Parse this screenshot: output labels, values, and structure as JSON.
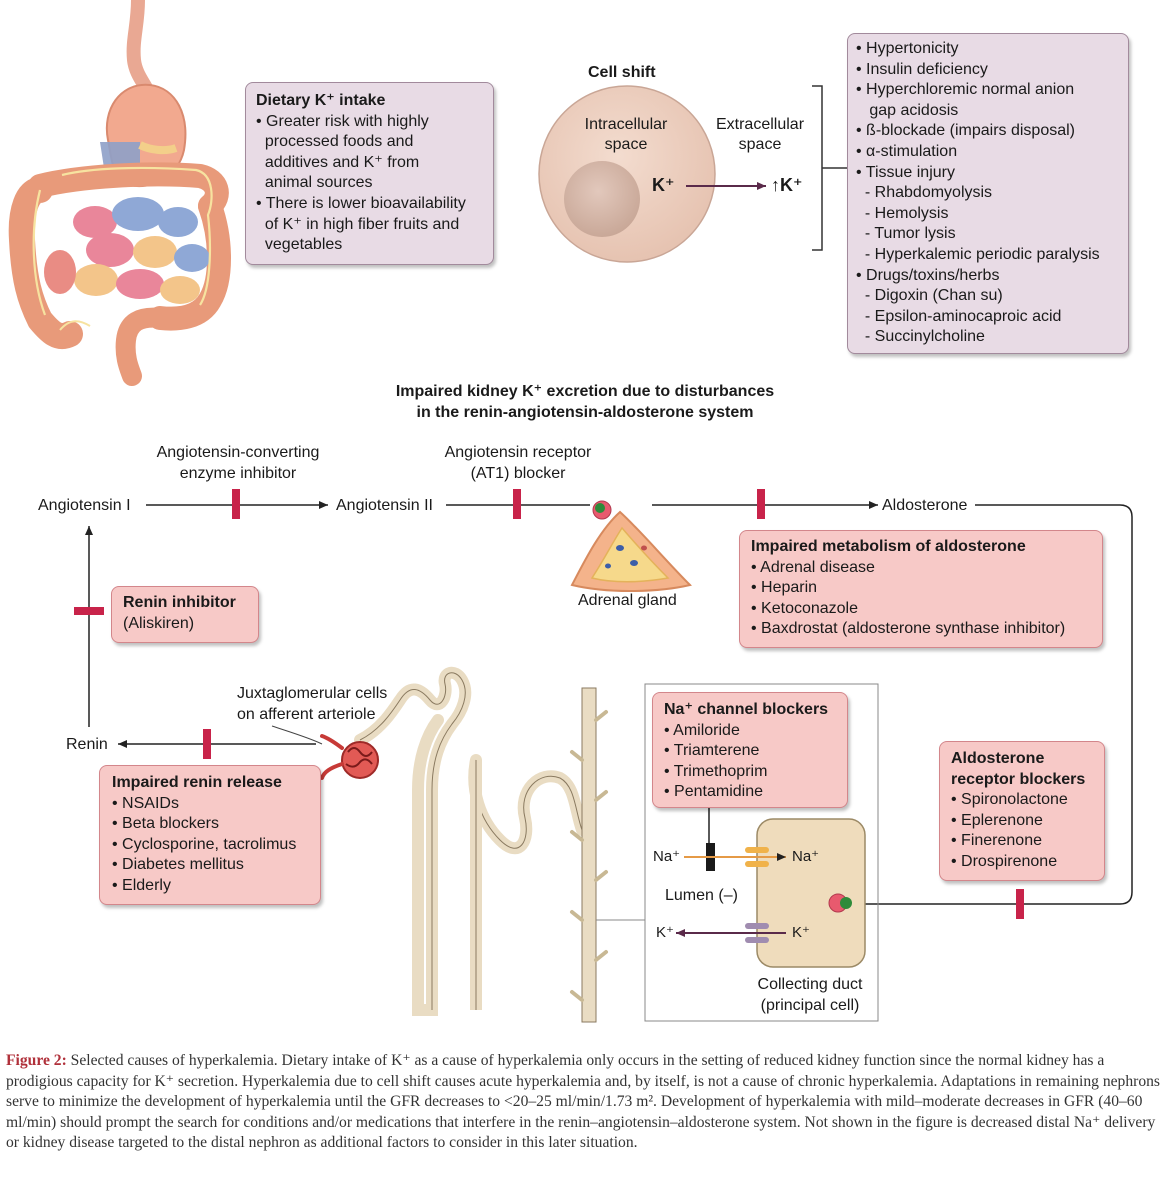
{
  "dietary_box": {
    "title": "Dietary K⁺ intake",
    "items": [
      "• Greater risk with highly",
      "  processed foods and",
      "  additives and K⁺ from",
      "  animal sources",
      "• There is lower bioavailability",
      "  of K⁺ in high fiber fruits and",
      "  vegetables"
    ]
  },
  "cell_shift": {
    "title": "Cell shift",
    "intracellular": "Intracellular space",
    "extracellular": "Extracellular space",
    "k_inside": "K⁺",
    "k_outside": "↑K⁺"
  },
  "shift_causes": [
    "• Hypertonicity",
    "• Insulin deficiency",
    "• Hyperchloremic normal anion",
    "   gap acidosis",
    "• ß-blockade (impairs disposal)",
    "• α-stimulation",
    "• Tissue injury",
    "  - Rhabdomyolysis",
    "  - Hemolysis",
    "  - Tumor lysis",
    "  - Hyperkalemic periodic paralysis",
    "• Drugs/toxins/herbs",
    "  - Digoxin (Chan su)",
    "  - Epsilon-aminocaproic acid",
    "  - Succinylcholine"
  ],
  "raas": {
    "heading_line1": "Impaired kidney K⁺ excretion due to disturbances",
    "heading_line2": "in the renin-angiotensin-aldosterone system",
    "ace_label_1": "Angiotensin-converting",
    "ace_label_2": "enzyme inhibitor",
    "arb_label_1": "Angiotensin receptor",
    "arb_label_2": "(AT1) blocker",
    "angiotensin_1": "Angiotensin I",
    "angiotensin_2": "Angiotensin II",
    "aldosterone": "Aldosterone",
    "adrenal_gland": "Adrenal gland",
    "renin": "Renin",
    "jg_cells_1": "Juxtaglomerular cells",
    "jg_cells_2": "on afferent arteriole"
  },
  "renin_inhibitor": {
    "title": "Renin inhibitor",
    "items": [
      "(Aliskiren)"
    ]
  },
  "aldo_metabolism": {
    "title": "Impaired metabolism of aldosterone",
    "items": [
      "• Adrenal disease",
      "• Heparin",
      "• Ketoconazole",
      "• Baxdrostat (aldosterone synthase inhibitor)"
    ]
  },
  "renin_release": {
    "title": "Impaired renin release",
    "items": [
      "• NSAIDs",
      "• Beta blockers",
      "• Cyclosporine, tacrolimus",
      "• Diabetes mellitus",
      "• Elderly"
    ]
  },
  "na_blockers": {
    "title": "Na⁺ channel blockers",
    "items": [
      "• Amiloride",
      "• Triamterene",
      "• Trimethoprim",
      "• Pentamidine"
    ]
  },
  "aldo_receptor": {
    "title_1": "Aldosterone",
    "title_2": "receptor blockers",
    "items": [
      "• Spironolactone",
      "• Eplerenone",
      "• Finerenone",
      "• Drospirenone"
    ]
  },
  "collecting_duct": {
    "na_in": "Na⁺",
    "na_out": "Na⁺",
    "lumen": "Lumen (–)",
    "k_lumen": "K⁺",
    "k_cell": "K⁺",
    "label_1": "Collecting duct",
    "label_2": "(principal cell)"
  },
  "caption": {
    "figure_label": "Figure 2:",
    "text": " Selected causes of hyperkalemia. Dietary intake of K⁺ as a cause of hyperkalemia only occurs in the setting of reduced kidney function since the normal kidney has a prodigious capacity for K⁺ secretion. Hyperkalemia due to cell shift causes acute hyperkalemia and, by itself, is not a cause of chronic hyperkalemia. Adaptations in remaining nephrons serve to minimize the development of hyperkalemia until the GFR decreases to <20–25 ml/min/1.73 m². Development of hyperkalemia with mild–moderate decreases in GFR (40–60 ml/min) should prompt the search for conditions and/or medications that interfere in the renin–angiotensin–aldosterone system. Not shown in the figure is decreased distal Na⁺ delivery or kidney disease targeted to the distal nephron as additional factors to consider in this later situation."
  },
  "colors": {
    "block_bar": "#c8234a",
    "pink_box": "#f7c9c7",
    "mauve_box": "#e8dbe5",
    "figure_label": "#b0303a"
  }
}
